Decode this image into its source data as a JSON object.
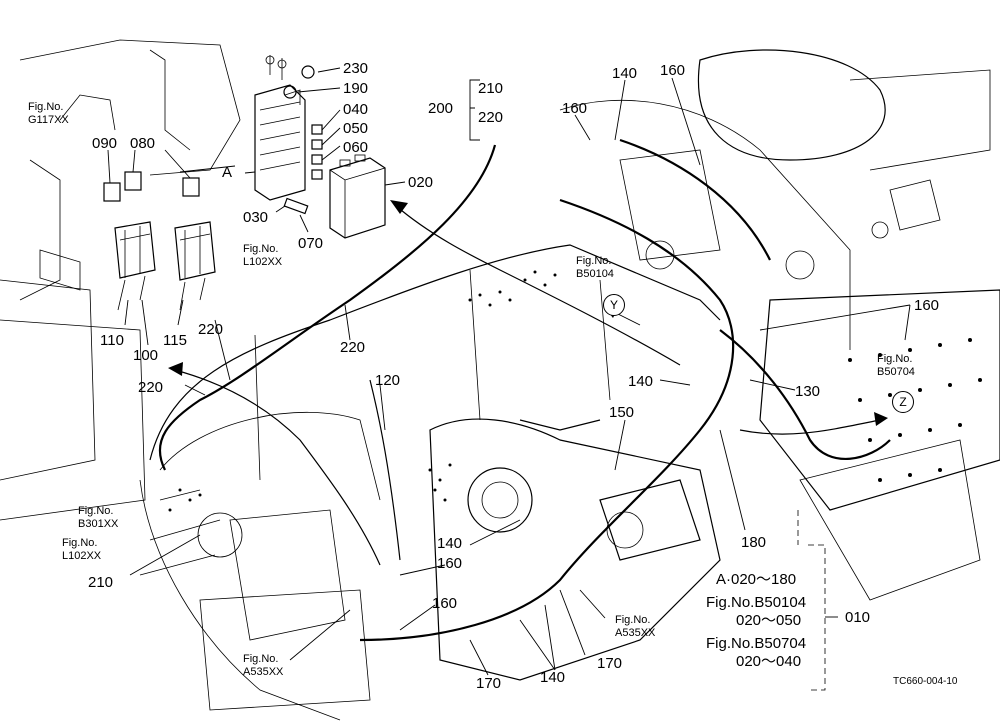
{
  "parts": [
    {
      "id": "p230",
      "text": "230"
    },
    {
      "id": "p190",
      "text": "190"
    },
    {
      "id": "p040",
      "text": "040"
    },
    {
      "id": "p050",
      "text": "050"
    },
    {
      "id": "p060",
      "text": "060"
    },
    {
      "id": "p020a",
      "text": "020"
    },
    {
      "id": "p030",
      "text": "030"
    },
    {
      "id": "p070",
      "text": "070"
    },
    {
      "id": "pA",
      "text": "A"
    },
    {
      "id": "p090",
      "text": "090"
    },
    {
      "id": "p080",
      "text": "080"
    },
    {
      "id": "p110",
      "text": "110"
    },
    {
      "id": "p100",
      "text": "100"
    },
    {
      "id": "p115",
      "text": "115"
    },
    {
      "id": "p220a",
      "text": "220"
    },
    {
      "id": "p220b",
      "text": "220"
    },
    {
      "id": "p220c",
      "text": "220"
    },
    {
      "id": "p200",
      "text": "200"
    },
    {
      "id": "p210a",
      "text": "210"
    },
    {
      "id": "p220d",
      "text": "220"
    },
    {
      "id": "p160a",
      "text": "160"
    },
    {
      "id": "p140a",
      "text": "140"
    },
    {
      "id": "p160b",
      "text": "160"
    },
    {
      "id": "p160c",
      "text": "160"
    },
    {
      "id": "p130",
      "text": "130"
    },
    {
      "id": "p140b",
      "text": "140"
    },
    {
      "id": "p120",
      "text": "120"
    },
    {
      "id": "p150",
      "text": "150"
    },
    {
      "id": "p180",
      "text": "180"
    },
    {
      "id": "p140c",
      "text": "140"
    },
    {
      "id": "p160d",
      "text": "160"
    },
    {
      "id": "p160e",
      "text": "160"
    },
    {
      "id": "p210b",
      "text": "210"
    },
    {
      "id": "p170a",
      "text": "170"
    },
    {
      "id": "p170b",
      "text": "170"
    },
    {
      "id": "p140d",
      "text": "140"
    },
    {
      "id": "p010",
      "text": "010"
    }
  ],
  "fig_refs": [
    {
      "id": "g117",
      "line1": "Fig.No.",
      "line2": "G117XX"
    },
    {
      "id": "l102a",
      "line1": "Fig.No.",
      "line2": "L102XX"
    },
    {
      "id": "b50104",
      "line1": "Fig.No.",
      "line2": "B50104"
    },
    {
      "id": "b50704",
      "line1": "Fig.No.",
      "line2": "B50704"
    },
    {
      "id": "b301",
      "line1": "Fig.No.",
      "line2": "B301XX"
    },
    {
      "id": "l102b",
      "line1": "Fig.No.",
      "line2": "L102XX"
    },
    {
      "id": "a535a",
      "line1": "Fig.No.",
      "line2": "A535XX"
    },
    {
      "id": "a535b",
      "line1": "Fig.No.",
      "line2": "A535XX"
    }
  ],
  "views": {
    "y": "Y",
    "z": "Z"
  },
  "kit": {
    "line1": "A·020～180",
    "line2": "Fig.No.B50104",
    "line3": "020～050",
    "line4": "Fig.No.B50704",
    "line5": "020～040"
  },
  "drawing_code": "TC660-004-10"
}
